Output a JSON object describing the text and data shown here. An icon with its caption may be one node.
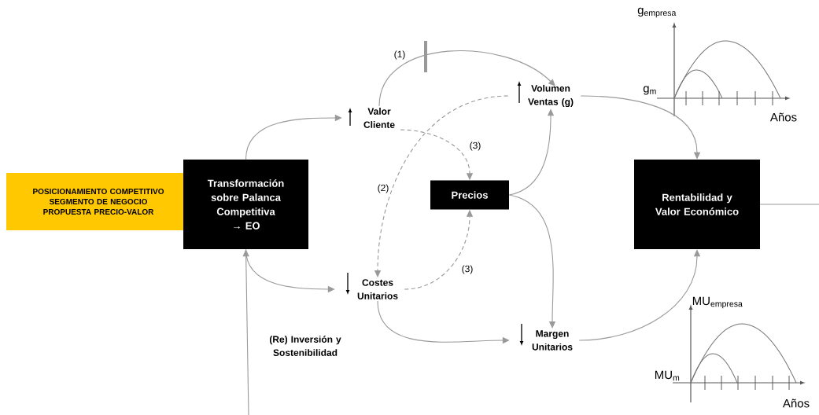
{
  "diagram": {
    "nodes": [
      {
        "text": [
          "POSICIONAMIENTO COMPETITIVO SEGMENTO DE NEGOCIO PROPUESTA PRECIO-VALOR"
        ]
      },
      {
        "text": [
          "Transformación sobre Palanca Competitiva → EO"
        ]
      },
      {
        "text": [
          "Valor Cliente"
        ]
      },
      {
        "text": [
          "Costes Unitarios"
        ]
      },
      {
        "text": [
          "Precios"
        ]
      },
      {
        "text": [
          "Volumen Ventas (g)"
        ]
      },
      {
        "text": [
          "Margen Unitarios"
        ]
      },
      {
        "text": [
          "Rentabilidad y Valor Económico"
        ]
      }
    ],
    "edges": [
      {
        "from": 1,
        "to": 2,
        "arrow": "to"
      },
      {
        "from": 1,
        "to": 3,
        "arrow": "to"
      },
      {
        "from": 2,
        "to": 5,
        "arrow": "to",
        "label": "(1)"
      },
      {
        "from": 5,
        "to": 3,
        "arrow": "to",
        "label": "(2)",
        "style": "dashed"
      },
      {
        "from": 2,
        "to": 4,
        "arrow": "to",
        "label": "(3)",
        "style": "dashed"
      },
      {
        "from": 3,
        "to": 4,
        "arrow": "to",
        "label": "(3)",
        "style": "dashed"
      },
      {
        "from": 4,
        "to": 5,
        "arrow": "to"
      },
      {
        "from": 4,
        "to": 6,
        "arrow": "to"
      },
      {
        "from": 3,
        "to": 6,
        "arrow": "to"
      },
      {
        "from": 5,
        "to": 7,
        "arrow": "to"
      },
      {
        "from": 6,
        "to": 7,
        "arrow": "to"
      },
      {
        "from": null,
        "to": 1,
        "arrow": "to",
        "label": "(Re) Inversión y Sostenibilidad"
      },
      {
        "from": 7,
        "to": null,
        "arrow": "none"
      }
    ],
    "labels": [
      "g$_{empresa}$",
      "g$_{m}$",
      "Años",
      "MU$_{empresa}$",
      "MU$_{m}$",
      "Años"
    ]
  }
}
